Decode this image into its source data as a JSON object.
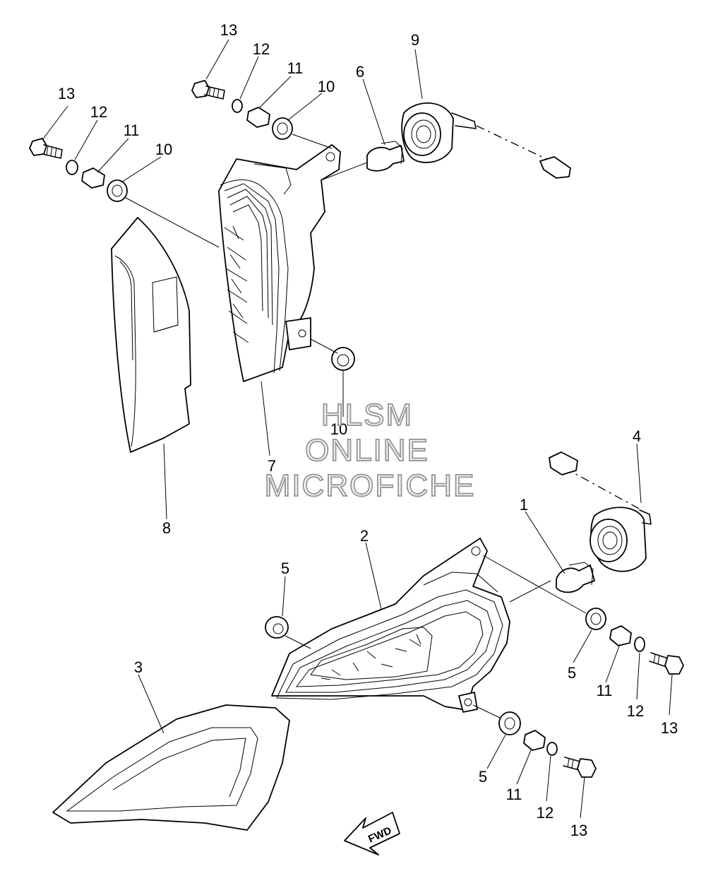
{
  "watermark": {
    "line1": "HLSM",
    "line2": "ONLINE",
    "line3": "MICROFICHE"
  },
  "direction_label": "FWD",
  "callouts": {
    "c13a": "13",
    "c12a": "12",
    "c11a": "11",
    "c10a": "10",
    "c13b": "13",
    "c12b": "12",
    "c11b": "11",
    "c10b": "10",
    "c6": "6",
    "c9": "9",
    "c10c": "10",
    "c7": "7",
    "c8": "8",
    "c4": "4",
    "c1": "1",
    "c2": "2",
    "c5a": "5",
    "c3": "3",
    "c5b": "5",
    "c11c": "11",
    "c12c": "12",
    "c13c": "13",
    "c5c": "5",
    "c11d": "11",
    "c12d": "12",
    "c13d": "13"
  }
}
